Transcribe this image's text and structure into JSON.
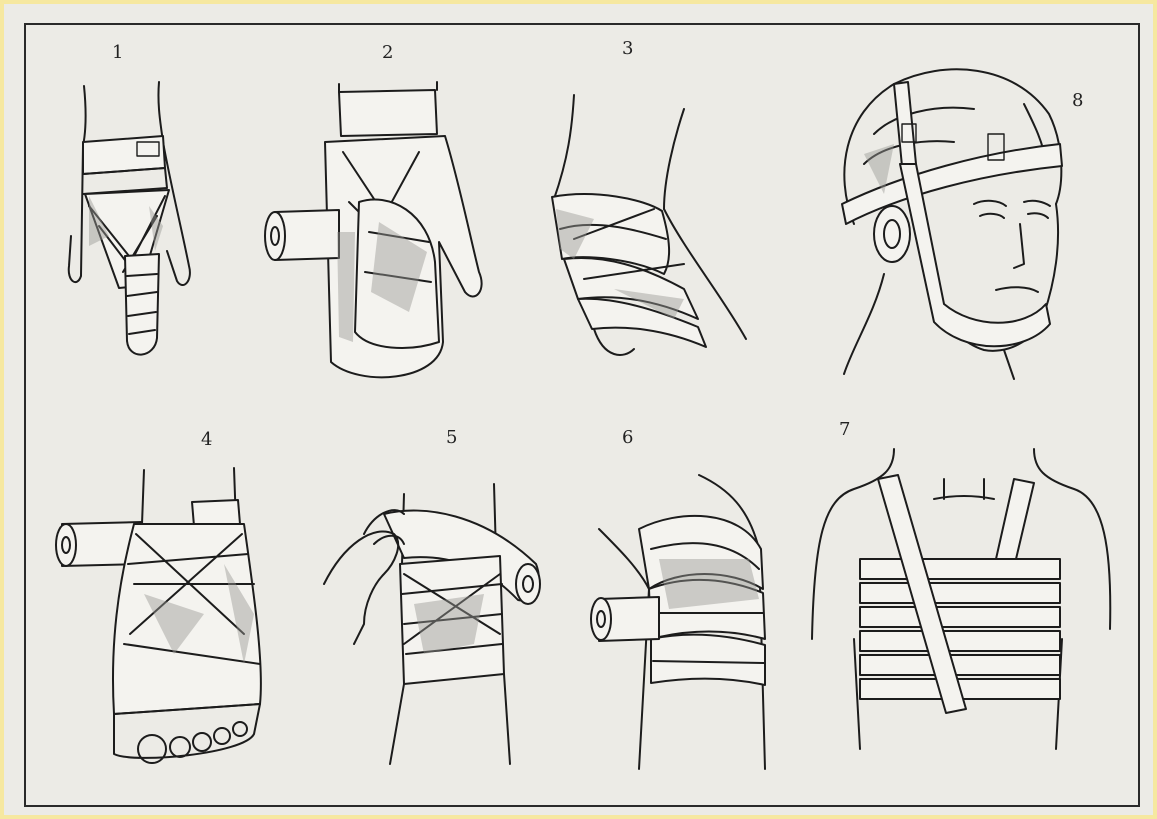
{
  "labels": [
    "1",
    "2",
    "3",
    "4",
    "5",
    "6",
    "7",
    "8"
  ],
  "colors": {
    "frame": "#2a2a2a",
    "paper": "#ecebe6",
    "outer": "#f6e8a0",
    "ink": "#1c1c1c"
  }
}
